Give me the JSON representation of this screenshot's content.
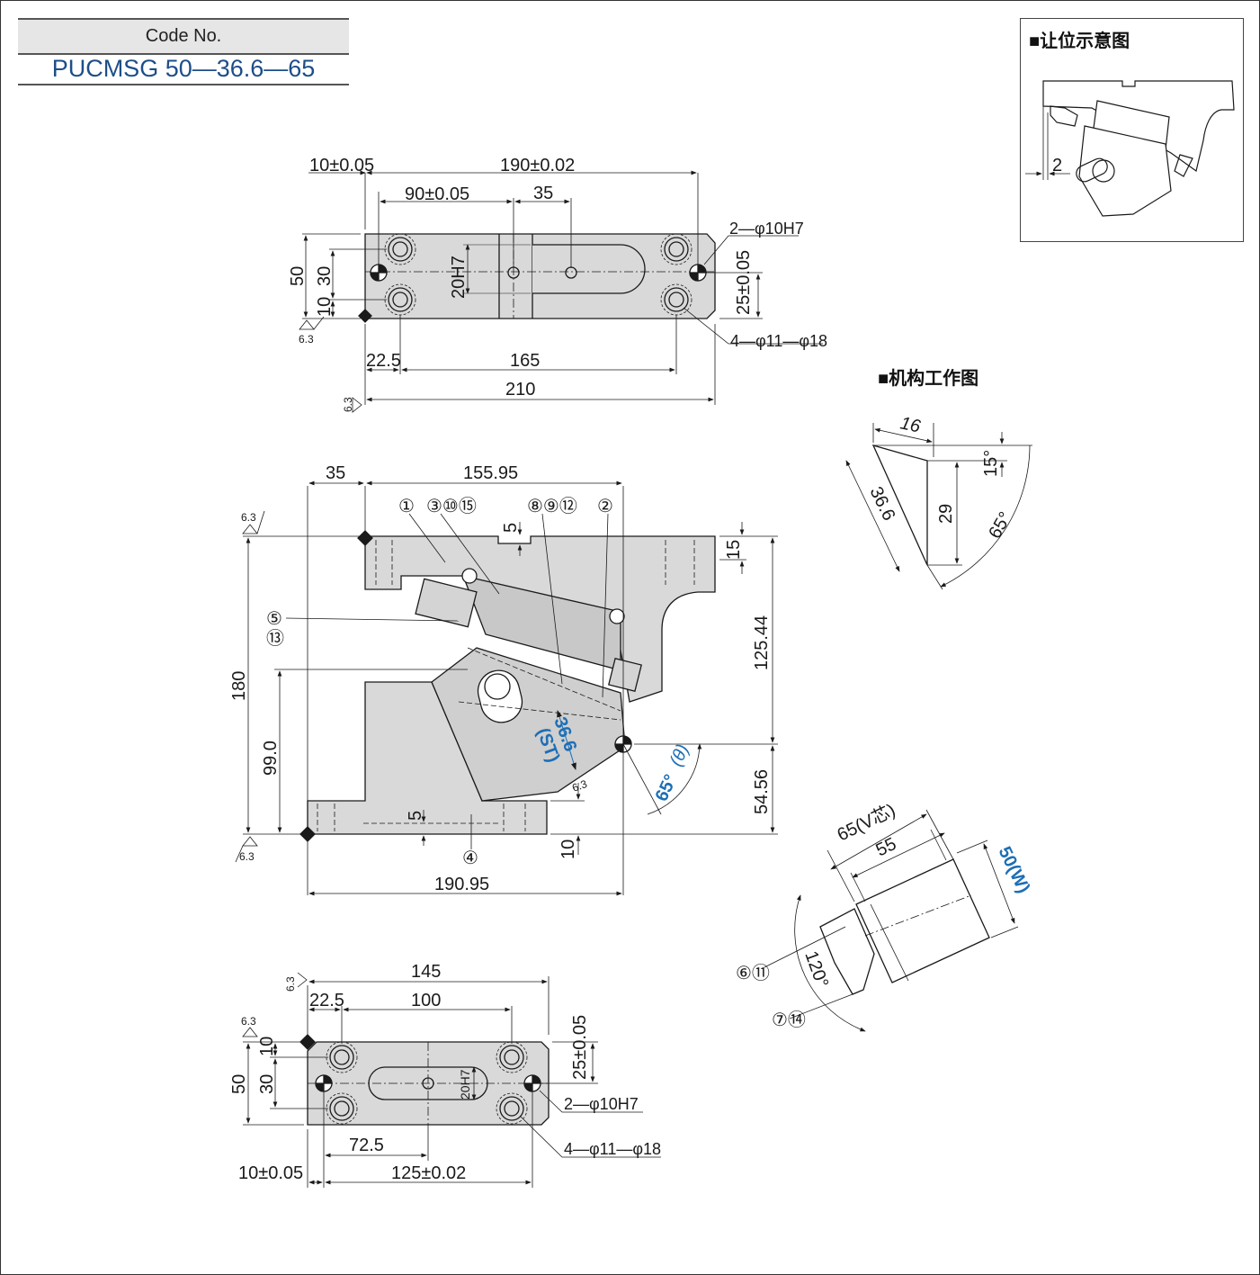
{
  "code_table": {
    "label": "Code No.",
    "value": "PUCMSG 50—36.6—65"
  },
  "panels": {
    "relief_title": "■让位示意图",
    "mechanism_title": "■机构工作图"
  },
  "top_view": {
    "d_10": "10±0.05",
    "d_190": "190±0.02",
    "d_90": "90±0.05",
    "d_35": "35",
    "d_50": "50",
    "d_30": "30",
    "d_10b": "10",
    "d_20h7": "20H7",
    "d_25": "25±0.05",
    "d_22_5": "22.5",
    "d_165": "165",
    "d_210": "210",
    "pin_holes": "2—φ10H7",
    "bolt_holes": "4—φ11—φ18",
    "rough_a": "6.3",
    "rough_b": "6.3"
  },
  "front_view": {
    "d_35": "35",
    "d_155_95": "155.95",
    "d_5": "5",
    "d_15": "15",
    "d_180": "180",
    "d_99": "99.0",
    "d_125_44": "125.44",
    "d_54_56": "54.56",
    "d_5b": "5",
    "d_10": "10",
    "d_190_95": "190.95",
    "stroke": "36.6",
    "stroke_label": "(ST)",
    "angle": "65°",
    "angle_label": "(θ)",
    "rough_top": "6.3",
    "rough_bottom": "6.3",
    "rough_mid": "6.3",
    "parts": {
      "p1": "①",
      "p3": "③⑩⑮",
      "p8": "⑧⑨⑫",
      "p2": "②",
      "p5": "⑤",
      "p13": "⑬",
      "p4": "④"
    }
  },
  "bottom_view": {
    "d_145": "145",
    "d_22_5": "22.5",
    "d_100": "100",
    "d_10": "10",
    "d_30": "30",
    "d_50": "50",
    "d_25": "25±0.05",
    "d_20h7": "20H7",
    "d_72_5": "72.5",
    "d_10b": "10±0.05",
    "d_125": "125±0.02",
    "pin_holes": "2—φ10H7",
    "bolt_holes": "4—φ11—φ18",
    "rough_a": "6.3",
    "rough_b": "6.3"
  },
  "relief_view": {
    "d_2": "2"
  },
  "mechanism_view": {
    "d_16": "16",
    "d_15deg": "15°",
    "d_36_6": "36.6",
    "d_29": "29",
    "d_65deg": "65°"
  },
  "v_view": {
    "d_65": "65(V芯)",
    "d_55": "55",
    "d_50w": "50(W)",
    "d_120": "120°",
    "p6": "⑥⑪",
    "p7": "⑦⑭"
  },
  "colors": {
    "accent": "#1d6fb5",
    "fill": "#d9d9d9",
    "line": "#1a1a1a"
  }
}
